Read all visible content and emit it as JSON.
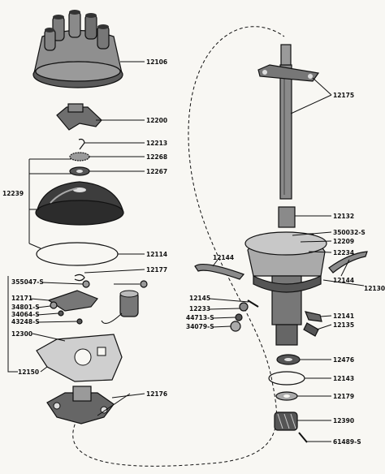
{
  "diagram": {
    "type": "exploded-parts-view",
    "parts": [
      {
        "id": "p12106",
        "number": "12106"
      },
      {
        "id": "p12200",
        "number": "12200"
      },
      {
        "id": "p12213",
        "number": "12213"
      },
      {
        "id": "p12268",
        "number": "12268"
      },
      {
        "id": "p12267",
        "number": "12267"
      },
      {
        "id": "p12239",
        "number": "12239"
      },
      {
        "id": "p12114",
        "number": "12114"
      },
      {
        "id": "p12177",
        "number": "12177"
      },
      {
        "id": "p355047",
        "number": "355047-S"
      },
      {
        "id": "p12171",
        "number": "12171"
      },
      {
        "id": "p34801",
        "number": "34801-S"
      },
      {
        "id": "p34064",
        "number": "34064-S"
      },
      {
        "id": "p43248",
        "number": "43248-S"
      },
      {
        "id": "p12300",
        "number": "12300"
      },
      {
        "id": "p12150",
        "number": "12150"
      },
      {
        "id": "p12176",
        "number": "12176"
      },
      {
        "id": "p12175",
        "number": "12175"
      },
      {
        "id": "p12132",
        "number": "12132"
      },
      {
        "id": "p350032",
        "number": "350032-S"
      },
      {
        "id": "p12209",
        "number": "12209"
      },
      {
        "id": "p12234",
        "number": "12234"
      },
      {
        "id": "p12144a",
        "number": "12144"
      },
      {
        "id": "p12144b",
        "number": "12144"
      },
      {
        "id": "p12130",
        "number": "12130"
      },
      {
        "id": "p12145",
        "number": "12145"
      },
      {
        "id": "p12233",
        "number": "12233"
      },
      {
        "id": "p44713",
        "number": "44713-S"
      },
      {
        "id": "p34079",
        "number": "34079-S"
      },
      {
        "id": "p12141",
        "number": "12141"
      },
      {
        "id": "p12135",
        "number": "12135"
      },
      {
        "id": "p12476",
        "number": "12476"
      },
      {
        "id": "p12143",
        "number": "12143"
      },
      {
        "id": "p12179",
        "number": "12179"
      },
      {
        "id": "p12390",
        "number": "12390"
      },
      {
        "id": "p61489",
        "number": "61489-S"
      }
    ]
  }
}
